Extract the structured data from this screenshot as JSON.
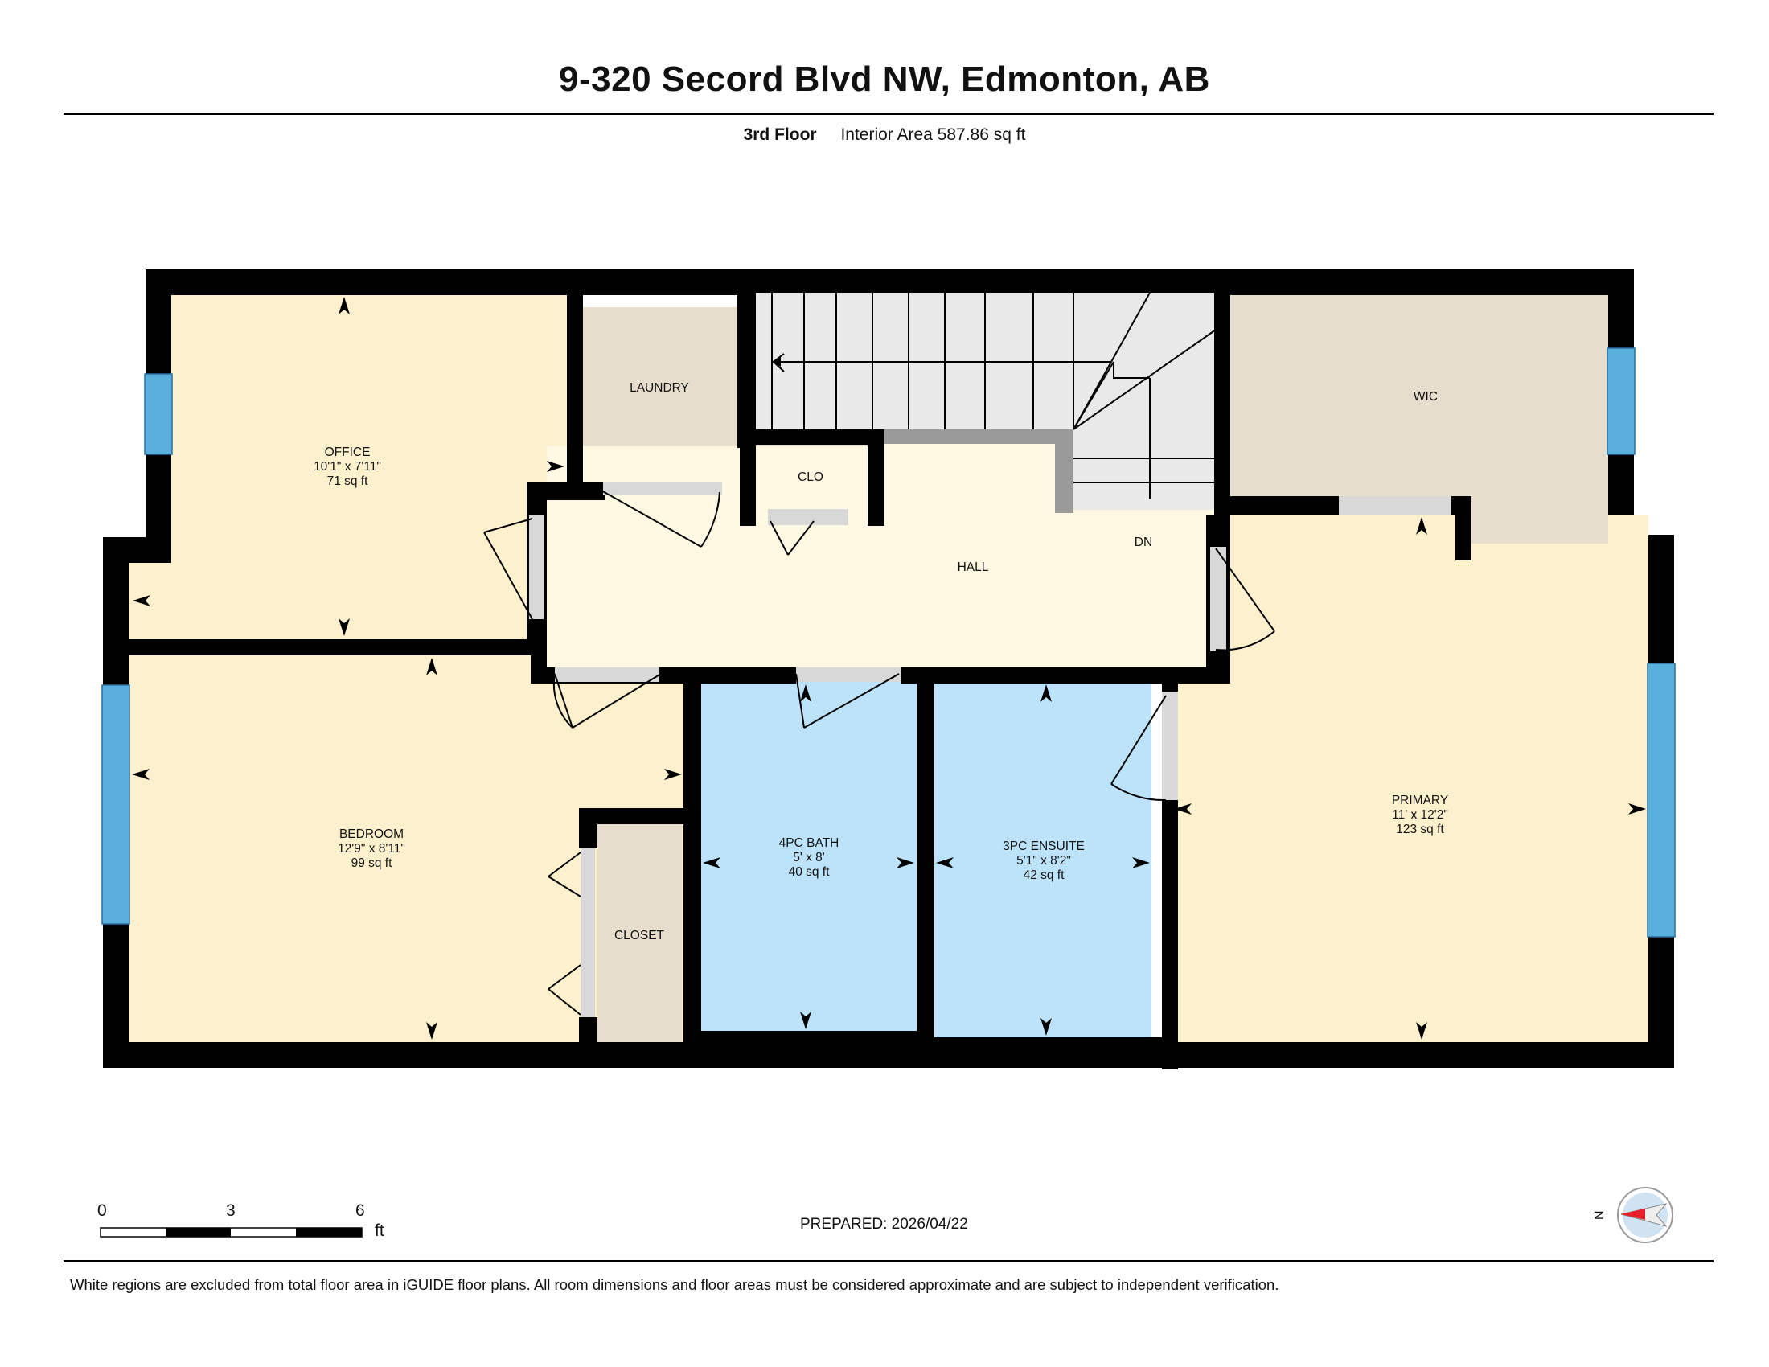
{
  "header": {
    "title": "9-320 Secord Blvd NW, Edmonton, AB",
    "floor": "3rd Floor",
    "interior_area": "Interior Area 587.86 sq ft"
  },
  "rooms": {
    "office": {
      "name": "OFFICE",
      "dims": "10'1\" x 7'11\"",
      "area": "71 sq ft"
    },
    "laundry": {
      "name": "LAUNDRY"
    },
    "clo": {
      "name": "CLO"
    },
    "wic": {
      "name": "WIC"
    },
    "hall": {
      "name": "HALL"
    },
    "dn": {
      "name": "DN"
    },
    "bedroom": {
      "name": "BEDROOM",
      "dims": "12'9\" x 8'11\"",
      "area": "99 sq ft"
    },
    "closet": {
      "name": "CLOSET"
    },
    "bath": {
      "name": "4PC BATH",
      "dims": "5' x 8'",
      "area": "40 sq ft"
    },
    "ensuite": {
      "name": "3PC ENSUITE",
      "dims": "5'1\" x 8'2\"",
      "area": "42 sq ft"
    },
    "primary": {
      "name": "PRIMARY",
      "dims": "11' x 12'2\"",
      "area": "123 sq ft"
    }
  },
  "scale": {
    "ticks": [
      "0",
      "3",
      "6"
    ],
    "unit": "ft"
  },
  "compass": {
    "label": "N"
  },
  "footer": {
    "prepared": "PREPARED: 2026/04/22",
    "disclaimer": "White regions are excluded from total floor area in iGUIDE floor plans. All room dimensions and floor areas must be considered approximate and are subject to independent verification."
  },
  "colors": {
    "wall": "#000000",
    "bedroom_fill": "#fdf0cc",
    "hall_fill": "#fff8e3",
    "bath_fill": "#bde3fb",
    "storage_fill": "#e7ddcc",
    "stairs_fill": "#e9e9e9",
    "window": "#5ab0dc",
    "compass_arrow": "#e8202a"
  }
}
